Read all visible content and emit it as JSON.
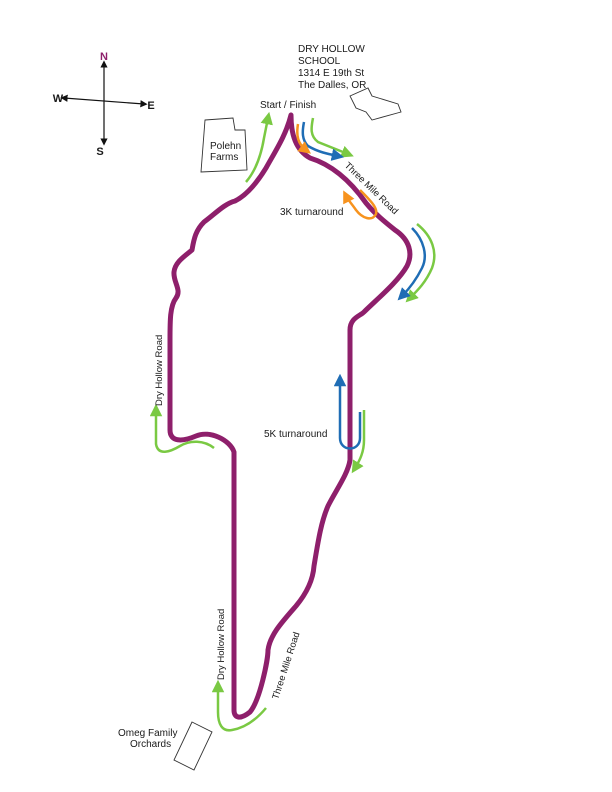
{
  "compass": {
    "north": "N",
    "south": "S",
    "east": "E",
    "west": "W",
    "north_color": "#8e1f6b"
  },
  "school": {
    "line1": "DRY HOLLOW",
    "line2": "SCHOOL",
    "line3": "1314 E 19th St",
    "line4": "The Dalles, OR"
  },
  "start_finish": "Start / Finish",
  "farm": {
    "line1": "Polehn",
    "line2": "Farms"
  },
  "orchard": {
    "line1": "Omeg Family",
    "line2": "Orchards"
  },
  "roads": {
    "three_mile_top": "Three Mile Road",
    "three_mile_bottom": "Three Mile Road",
    "dry_hollow_upper": "Dry Hollow Road",
    "dry_hollow_lower": "Dry Hollow Road"
  },
  "turnarounds": {
    "three_k": "3K turnaround",
    "five_k": "5K turnaround"
  },
  "colors": {
    "course": "#8e1f6b",
    "green_arrow": "#7ac943",
    "blue_arrow": "#1f6db5",
    "orange_arrow": "#f7931e"
  }
}
